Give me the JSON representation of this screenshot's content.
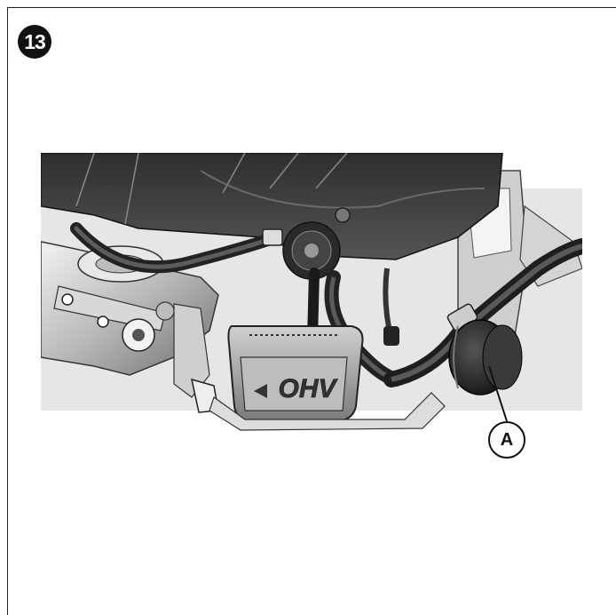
{
  "step": {
    "number": "13"
  },
  "figure": {
    "cover_text": "OHV",
    "callout_label": "A"
  },
  "colors": {
    "ink": "#111111",
    "metal_dark": "#3a3a3a",
    "metal_mid": "#8c8c8c",
    "metal_light": "#d9d9d9",
    "background": "#ffffff"
  },
  "icons": [
    "step-number-badge",
    "engine-illustration",
    "callout-circle"
  ]
}
